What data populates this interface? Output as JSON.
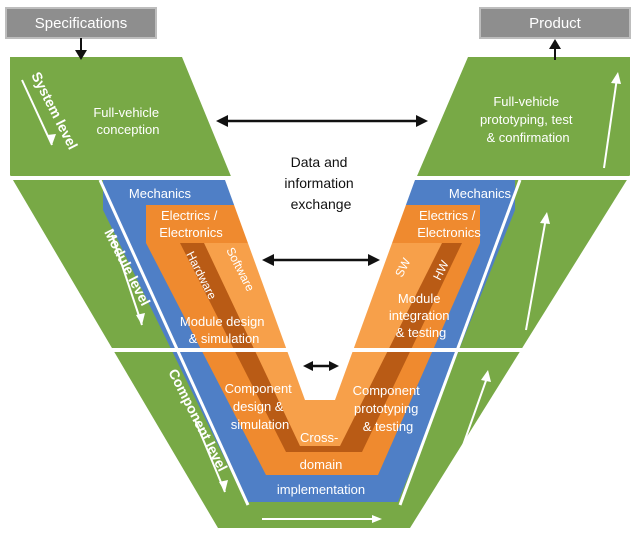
{
  "inputs": {
    "specifications": "Specifications",
    "product": "Product"
  },
  "levels": {
    "system": "System level",
    "module": "Module level",
    "component": "Component level"
  },
  "left_branch": {
    "system_text": [
      "Full-vehicle",
      "conception"
    ],
    "mechanics": "Mechanics",
    "electrics": [
      "Electrics /",
      "Electronics"
    ],
    "hardware": "Hardware",
    "software": "Software",
    "module_text": [
      "Module design",
      "& simulation"
    ],
    "component_text": [
      "Component",
      "design &",
      "simulation"
    ]
  },
  "right_branch": {
    "system_text": [
      "Full-vehicle",
      "prototyping, test",
      "& confirmation"
    ],
    "mechanics": "Mechanics",
    "electrics": [
      "Electrics /",
      "Electronics"
    ],
    "sw": "SW",
    "hw": "HW",
    "module_text": [
      "Module",
      "integration",
      "& testing"
    ],
    "component_text": [
      "Component",
      "prototyping",
      "& testing"
    ]
  },
  "center": {
    "exchange": [
      "Data and",
      "information",
      "exchange"
    ],
    "cross_domain": [
      "Cross-",
      "domain"
    ],
    "implementation": "implementation"
  },
  "colors": {
    "green": "#78a946",
    "blue": "#4f7fc6",
    "orange": "#ef8a2f",
    "brown": "#b95b15",
    "light_orange": "#f7a04a",
    "gray_box": "#8e8e8e"
  }
}
